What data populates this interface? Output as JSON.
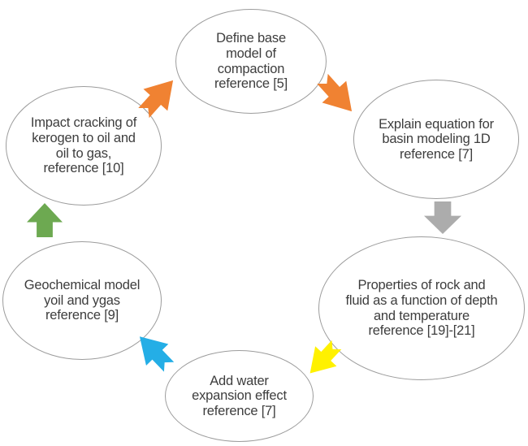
{
  "diagram": {
    "type": "cycle-flow-diagram",
    "background_color": "#ffffff",
    "node_style": {
      "shape": "ellipse",
      "fill": "#ffffff",
      "stroke": "#9c9c9c",
      "text_color": "#3d3d3d"
    },
    "nodes": [
      {
        "name": "define-base-model",
        "text": "Define base\nmodel of\ncompaction\nreference [5]"
      },
      {
        "name": "explain-equation",
        "text": "Explain equation for\nbasin modeling 1D\nreference [7]"
      },
      {
        "name": "properties-rock-fluid",
        "text": "Properties of rock and\nfluid as a function of depth\nand temperature\nreference [19]-[21]"
      },
      {
        "name": "add-water-expansion",
        "text": "Add water\nexpansion effect\nreference [7]"
      },
      {
        "name": "geochemical-model",
        "text": "Geochemical model\nyoil and ygas\nreference [9]"
      },
      {
        "name": "impact-cracking",
        "text": "Impact cracking of\nkerogen to oil and\noil to gas,\nreference [10]"
      }
    ],
    "arrows": [
      {
        "name": "arrow-impact-to-define",
        "color": "#f08232",
        "direction": "up-right",
        "from": "impact-cracking",
        "to": "define-base-model"
      },
      {
        "name": "arrow-define-to-explain",
        "color": "#f08232",
        "direction": "down-right",
        "from": "define-base-model",
        "to": "explain-equation"
      },
      {
        "name": "arrow-explain-to-properties",
        "color": "#acacac",
        "direction": "down",
        "from": "explain-equation",
        "to": "properties-rock-fluid"
      },
      {
        "name": "arrow-properties-to-addwater",
        "color": "#fff100",
        "direction": "down-left",
        "from": "properties-rock-fluid",
        "to": "add-water-expansion"
      },
      {
        "name": "arrow-addwater-to-geochemical",
        "color": "#24aee6",
        "direction": "up-left",
        "from": "add-water-expansion",
        "to": "geochemical-model"
      },
      {
        "name": "arrow-geochemical-to-impact",
        "color": "#6da951",
        "direction": "up",
        "from": "geochemical-model",
        "to": "impact-cracking"
      }
    ]
  }
}
